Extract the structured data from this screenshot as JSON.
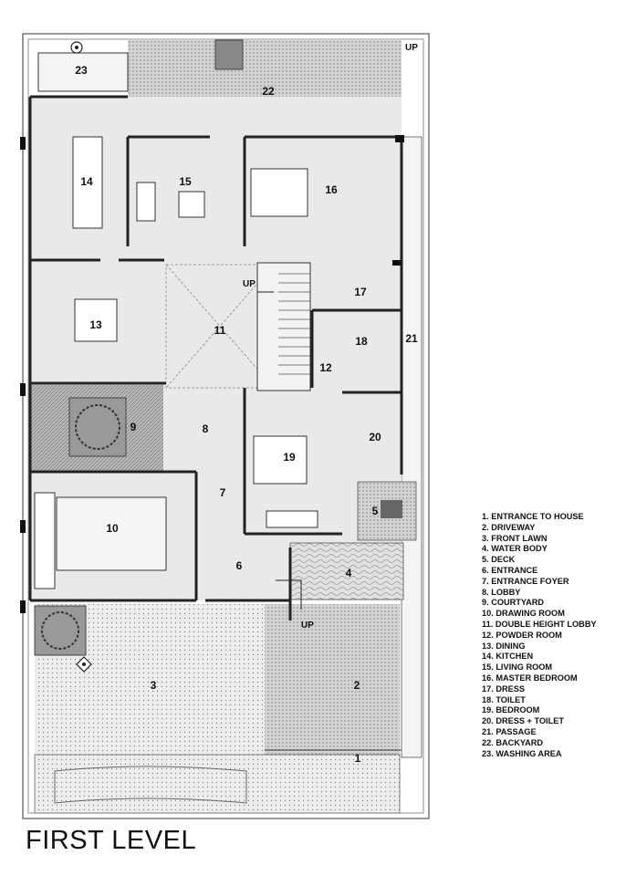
{
  "level_title": "FIRST LEVEL",
  "up_marks": [
    "UP",
    "UP",
    "UP"
  ],
  "rooms": [
    "1",
    "2",
    "3",
    "4",
    "5",
    "6",
    "7",
    "8",
    "9",
    "10",
    "11",
    "12",
    "13",
    "14",
    "15",
    "16",
    "17",
    "18",
    "19",
    "20",
    "21",
    "22",
    "23"
  ],
  "legend": [
    "1. ENTRANCE TO HOUSE",
    "2. DRIVEWAY",
    "3. FRONT LAWN",
    "4. WATER BODY",
    "5. DECK",
    "6. ENTRANCE",
    "7. ENTRANCE FOYER",
    "8. LOBBY",
    "9. COURTYARD",
    "10. DRAWING ROOM",
    "11. DOUBLE HEIGHT LOBBY",
    "12. POWDER ROOM",
    "13. DINING",
    "14. KITCHEN",
    "15. LIVING ROOM",
    "16. MASTER BEDROOM",
    "17. DRESS",
    "18. TOILET",
    "19. BEDROOM",
    "20. DRESS + TOILET",
    "21. PASSAGE",
    "22. BACKYARD",
    "23. WASHING AREA"
  ],
  "colors": {
    "wall": "#222222",
    "floor": "#e8e8e8",
    "paving": "#c9c9c9",
    "outline": "#555555"
  }
}
